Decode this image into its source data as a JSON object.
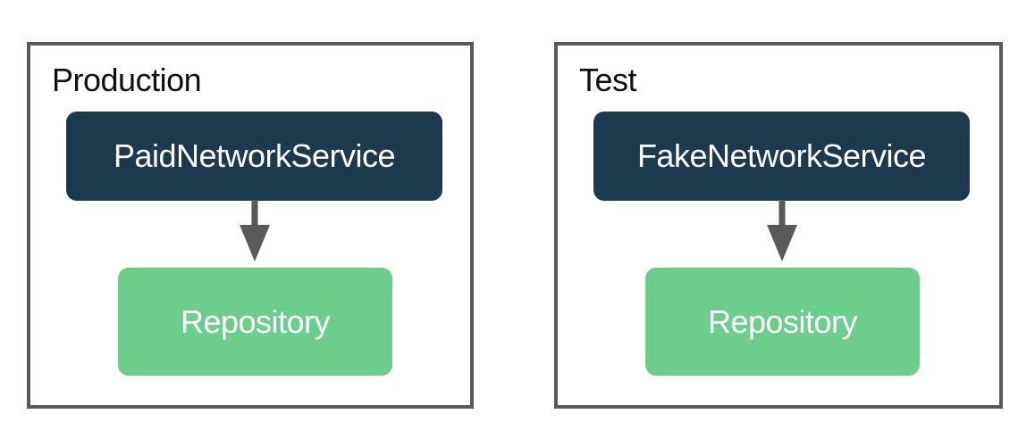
{
  "diagram": {
    "title": "",
    "colors": {
      "background": "#ffffff",
      "panel_border": "#595959",
      "service_box_fill": "#1c3a4e",
      "repository_box_fill": "#6dce8b",
      "arrow": "#595959",
      "panel_label_text": "#111111",
      "box_text": "#ffffff"
    },
    "panels": [
      {
        "label": "Production",
        "service": "PaidNetworkService",
        "repository": "Repository",
        "arrow_icon": "arrow-down-icon"
      },
      {
        "label": "Test",
        "service": "FakeNetworkService",
        "repository": "Repository",
        "arrow_icon": "arrow-down-icon"
      }
    ]
  }
}
